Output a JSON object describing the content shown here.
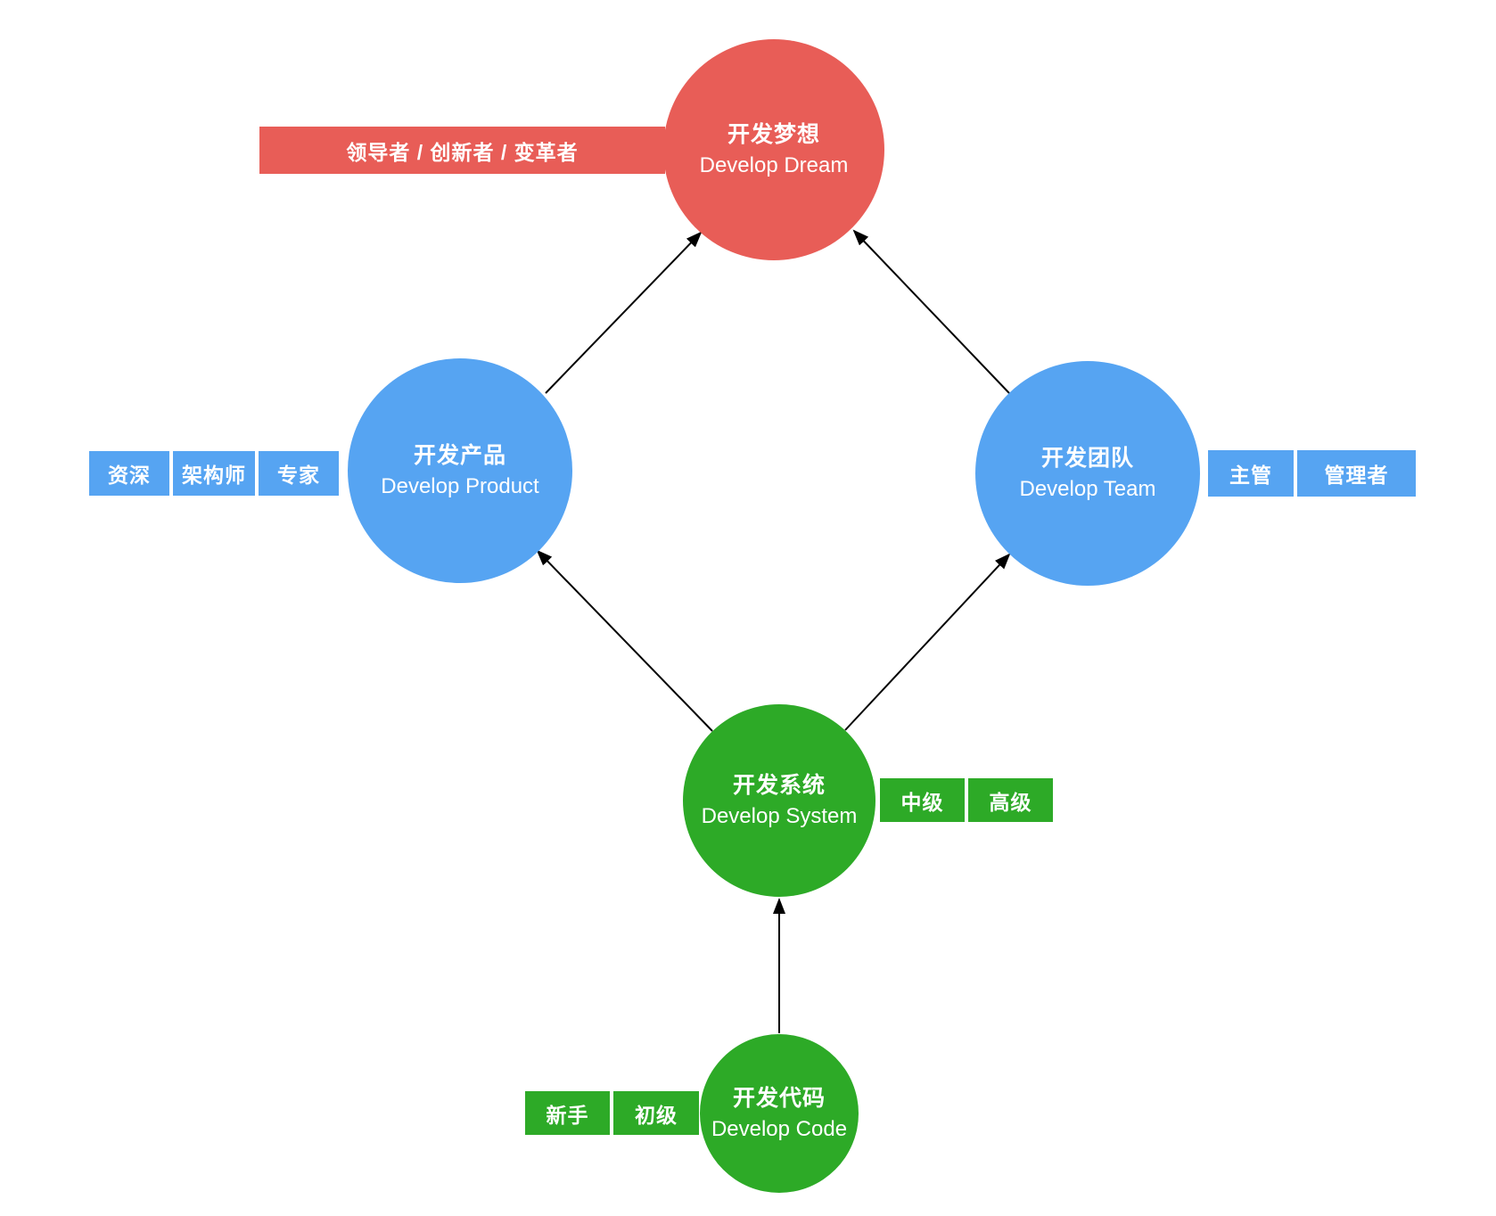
{
  "colors": {
    "dream": "#E85D57",
    "product": "#56A4F2",
    "team": "#56A4F2",
    "system": "#2DAA27",
    "code": "#2DAA27",
    "arrow": "#000000",
    "text": "#FFFFFF"
  },
  "nodes": {
    "dream": {
      "zh": "开发梦想",
      "en": "Develop Dream"
    },
    "product": {
      "zh": "开发产品",
      "en": "Develop Product"
    },
    "team": {
      "zh": "开发团队",
      "en": "Develop Team"
    },
    "system": {
      "zh": "开发系统",
      "en": "Develop System"
    },
    "code": {
      "zh": "开发代码",
      "en": "Develop Code"
    }
  },
  "tags": {
    "dream": [
      "领导者 / 创新者 / 变革者"
    ],
    "product": [
      "资深",
      "架构师",
      "专家"
    ],
    "team": [
      "主管",
      "管理者"
    ],
    "system": [
      "中级",
      "高级"
    ],
    "code": [
      "新手",
      "初级"
    ]
  },
  "edges": [
    {
      "from": "product",
      "to": "dream"
    },
    {
      "from": "team",
      "to": "dream"
    },
    {
      "from": "system",
      "to": "product"
    },
    {
      "from": "system",
      "to": "team"
    },
    {
      "from": "code",
      "to": "system"
    }
  ]
}
